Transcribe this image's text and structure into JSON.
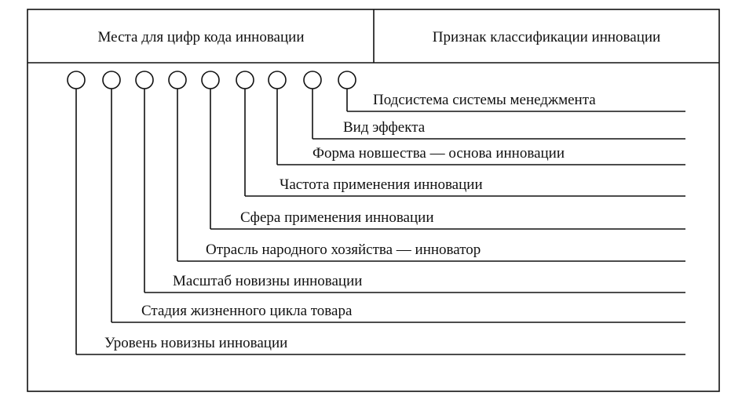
{
  "header": {
    "left_label": "Места для цифр кода инновации",
    "right_label": "Признак классификации инновации"
  },
  "code_places_count": 9,
  "features": [
    "Подсистема системы менеджмента",
    "Вид эффекта",
    "Форма новшества — основа инновации",
    "Частота применения инновации",
    "Сфера применения инновации",
    "Отрасль народного хозяйства — инноватор",
    "Масштаб новизны инновации",
    "Стадия жизненного цикла товара",
    "Уровень новизны инновации"
  ],
  "colors": {
    "line": "#111111",
    "background": "#ffffff"
  }
}
